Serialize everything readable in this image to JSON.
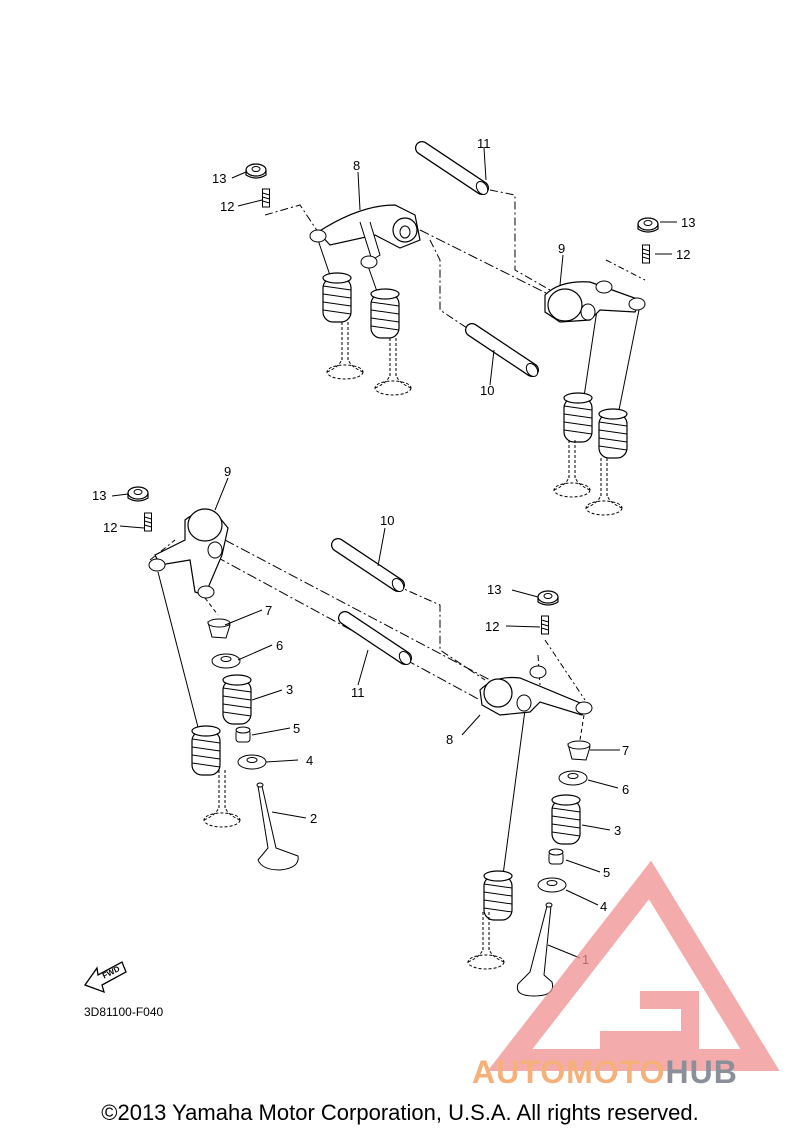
{
  "diagram": {
    "code": "3D81100-F040",
    "fwd_label": "FWD",
    "callouts": {
      "c1": "1",
      "c2": "2",
      "c3a": "3",
      "c3b": "3",
      "c4a": "4",
      "c4b": "4",
      "c5a": "5",
      "c5b": "5",
      "c6a": "6",
      "c6b": "6",
      "c7a": "7",
      "c7b": "7",
      "c8a": "8",
      "c8b": "8",
      "c9a": "9",
      "c9b": "9",
      "c10a": "10",
      "c10b": "10",
      "c11a": "11",
      "c11b": "11",
      "c12a": "12",
      "c12b": "12",
      "c12c": "12",
      "c13a": "13",
      "c13b": "13",
      "c13c": "13"
    }
  },
  "copyright": "©2013 Yamaha Motor Corporation, U.S.A. All rights reserved.",
  "watermark": {
    "text_a": "AUTOMOTO",
    "text_b": "HUB",
    "color_a": "#f6b07a",
    "color_b": "#8a8f99",
    "triangle_color": "#f08f8f"
  }
}
